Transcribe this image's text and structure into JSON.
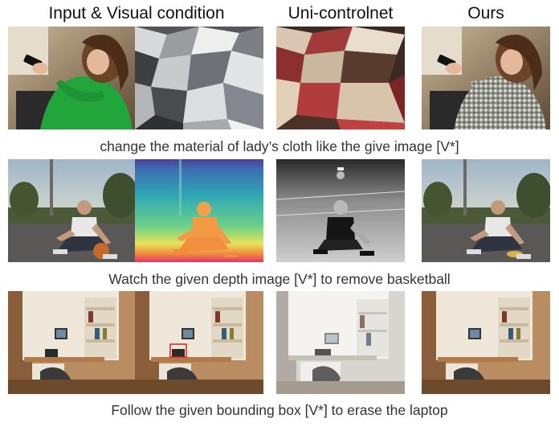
{
  "headers": {
    "input": "Input & Visual condition",
    "unicontrol": "Uni-controlnet",
    "ours": "Ours"
  },
  "rows": [
    {
      "caption": "change the material of lady’s cloth  like the give image [V*]"
    },
    {
      "caption": "Watch the given depth image [V*] to remove basketball"
    },
    {
      "caption": "Follow the given bounding box [V*] to erase the laptop"
    }
  ]
}
